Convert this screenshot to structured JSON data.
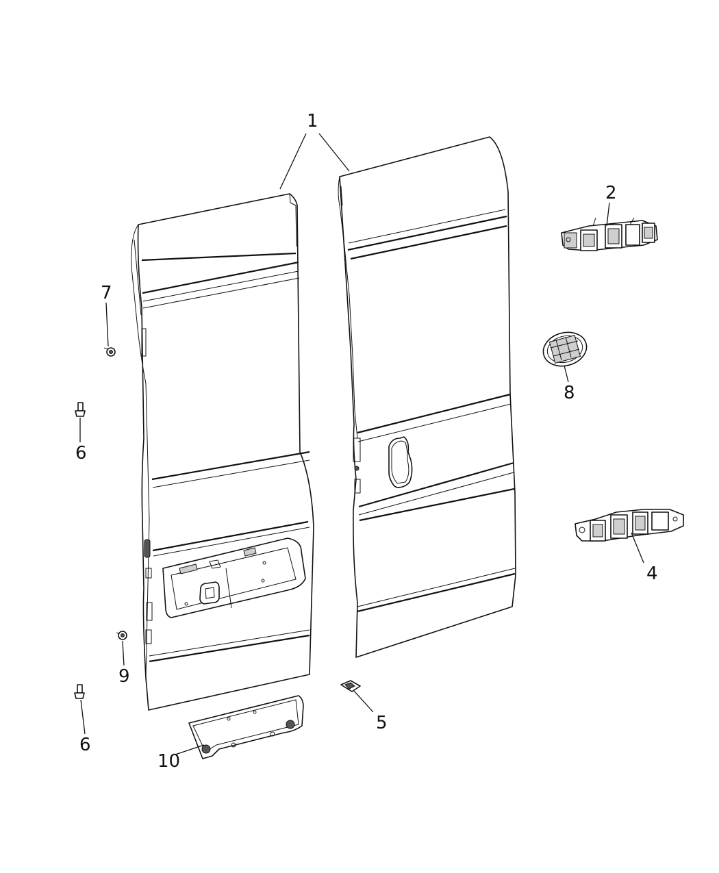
{
  "diagram": {
    "callouts": {
      "door_panels": "1",
      "upper_hinge": "2",
      "lower_hinge": "4",
      "door_bumper": "5",
      "lower_bolt": "6",
      "upper_bolt": "6",
      "hinge_screw": "7",
      "plug": "8",
      "lower_screw": "9",
      "license_bracket": "10"
    }
  }
}
